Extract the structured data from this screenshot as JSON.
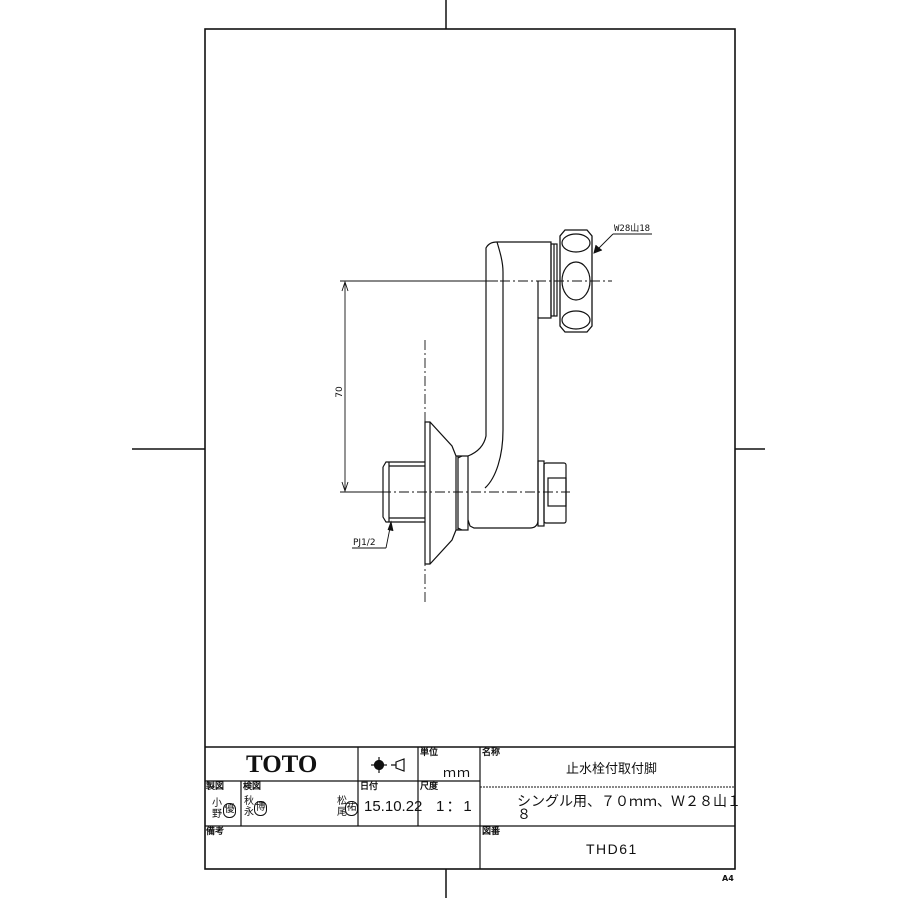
{
  "drawing": {
    "sheet_size": "A4",
    "callouts": {
      "nut_thread": "W28山18",
      "pipe_thread": "PJ1/2"
    },
    "dimensions": {
      "vertical_offset": "70"
    }
  },
  "title_block": {
    "logo": "TOTO",
    "projection_symbol": "third-angle-projection-icon",
    "unit": {
      "label": "単位",
      "value": "ｍｍ"
    },
    "name": {
      "label": "名称",
      "value": "止水栓付取付脚"
    },
    "description": {
      "line1": "シングル用、７０ｍｍ、Ｗ２８山１",
      "line2": "８"
    },
    "drawn_by": {
      "label": "製図",
      "name_top": "小",
      "name_bottom": "野",
      "seal": "優"
    },
    "checked_by": {
      "label": "検図",
      "name1_top": "秋",
      "name1_bottom": "永",
      "seal1": "博",
      "name2_top": "松",
      "name2_bottom": "尾",
      "seal2": "祐"
    },
    "date": {
      "label": "日付",
      "value": "15.10.22"
    },
    "scale": {
      "label": "尺度",
      "value": "1：1"
    },
    "remarks": {
      "label": "備考",
      "value": ""
    },
    "drawing_number": {
      "label": "図番",
      "value": "THD61"
    }
  }
}
